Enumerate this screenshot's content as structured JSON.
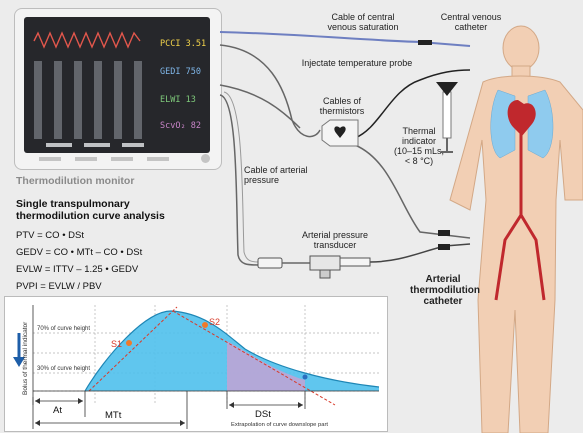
{
  "monitor": {
    "caption": "Thermodilution monitor",
    "readouts": [
      {
        "label": "PCCI",
        "value": "3.51",
        "color": "#f2d34a"
      },
      {
        "label": "GEDI",
        "value": "750",
        "color": "#7fb6e8"
      },
      {
        "label": "ELWI",
        "value": "13",
        "color": "#7ec87a"
      },
      {
        "label": "ScvO₂",
        "value": "82",
        "color": "#c985c9"
      }
    ]
  },
  "labels": {
    "cable_cvs": "Cable of central venous saturation",
    "cvc": "Central venous catheter",
    "injectate_probe": "Injectate temperature probe",
    "thermistor_cables": "Cables of thermistors",
    "thermal_indicator": "Thermal indicator (10–15 mLs, < 8 °C)",
    "arterial_pressure_cable": "Cable of arterial pressure",
    "pressure_transducer": "Arterial pressure transducer",
    "arterial_catheter": "Arterial thermodilution catheter"
  },
  "analysis": {
    "title": "Single transpulmonary thermodilution curve analysis",
    "formulas": [
      "PTV = CO • DSt",
      "GEDV = CO • MTt – CO • DSt",
      "EVLW = ITTV – 1.25 • GEDV",
      "PVPI = EVLW / PBV"
    ]
  },
  "curve": {
    "y_axis_label": "Bolus of thermal indicator",
    "pct70": "70% of curve height",
    "pct30": "30% of curve height",
    "s1": "S1",
    "s2": "S2",
    "at": "At",
    "mtt": "MTt",
    "dst": "DSt",
    "extrapolation": "Extrapolation of curve downslope part"
  },
  "colors": {
    "curve_fill": "#4fc0ec",
    "dst_fill": "#b7a6d6",
    "artery": "#c0282d",
    "lung": "#8fcbee",
    "skin": "#f2cfb4"
  }
}
